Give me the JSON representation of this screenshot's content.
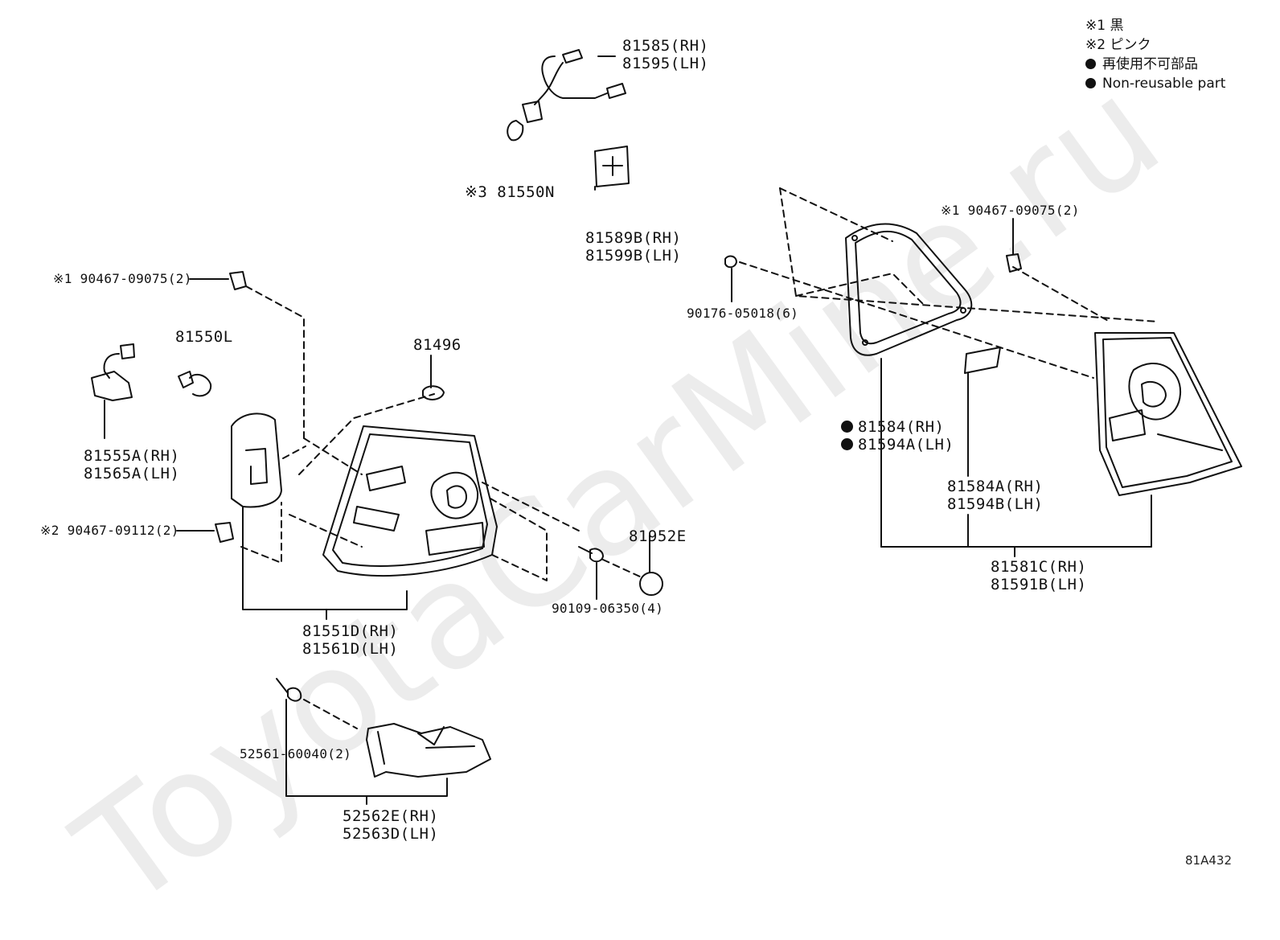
{
  "watermark": "ToyotaCarMine.ru",
  "legend": {
    "l1": "※1 黒",
    "l2": "※2 ピンク",
    "l3": "再使用不可部品",
    "l4": "Non-reusable part"
  },
  "diagram_code": "81A432",
  "parts": {
    "p81585": "81585(RH)",
    "p81595": "81595(LH)",
    "p81550n": "※3 81550N",
    "p81589b": "81589B(RH)",
    "p81599b": "81599B(LH)",
    "p90467_l": "※1 90467-09075(2)",
    "p81550l": "81550L",
    "p81496": "81496",
    "p81555a": "81555A(RH)",
    "p81565a": "81565A(LH)",
    "p90467_2": "※2 90467-09112(2)",
    "p81952e": "81952E",
    "p90109": "90109-06350(4)",
    "p81551d": "81551D(RH)",
    "p81561d": "81561D(LH)",
    "p52561": "52561-60040(2)",
    "p52562e": "52562E(RH)",
    "p52563d": "52563D(LH)",
    "p90467_r": "※1 90467-09075(2)",
    "p90176": "90176-05018(6)",
    "p81584": "81584(RH)",
    "p81594a": "81594A(LH)",
    "p81584a": "81584A(RH)",
    "p81594b": "81594B(LH)",
    "p81581c": "81581C(RH)",
    "p81591b": "81591B(LH)"
  }
}
